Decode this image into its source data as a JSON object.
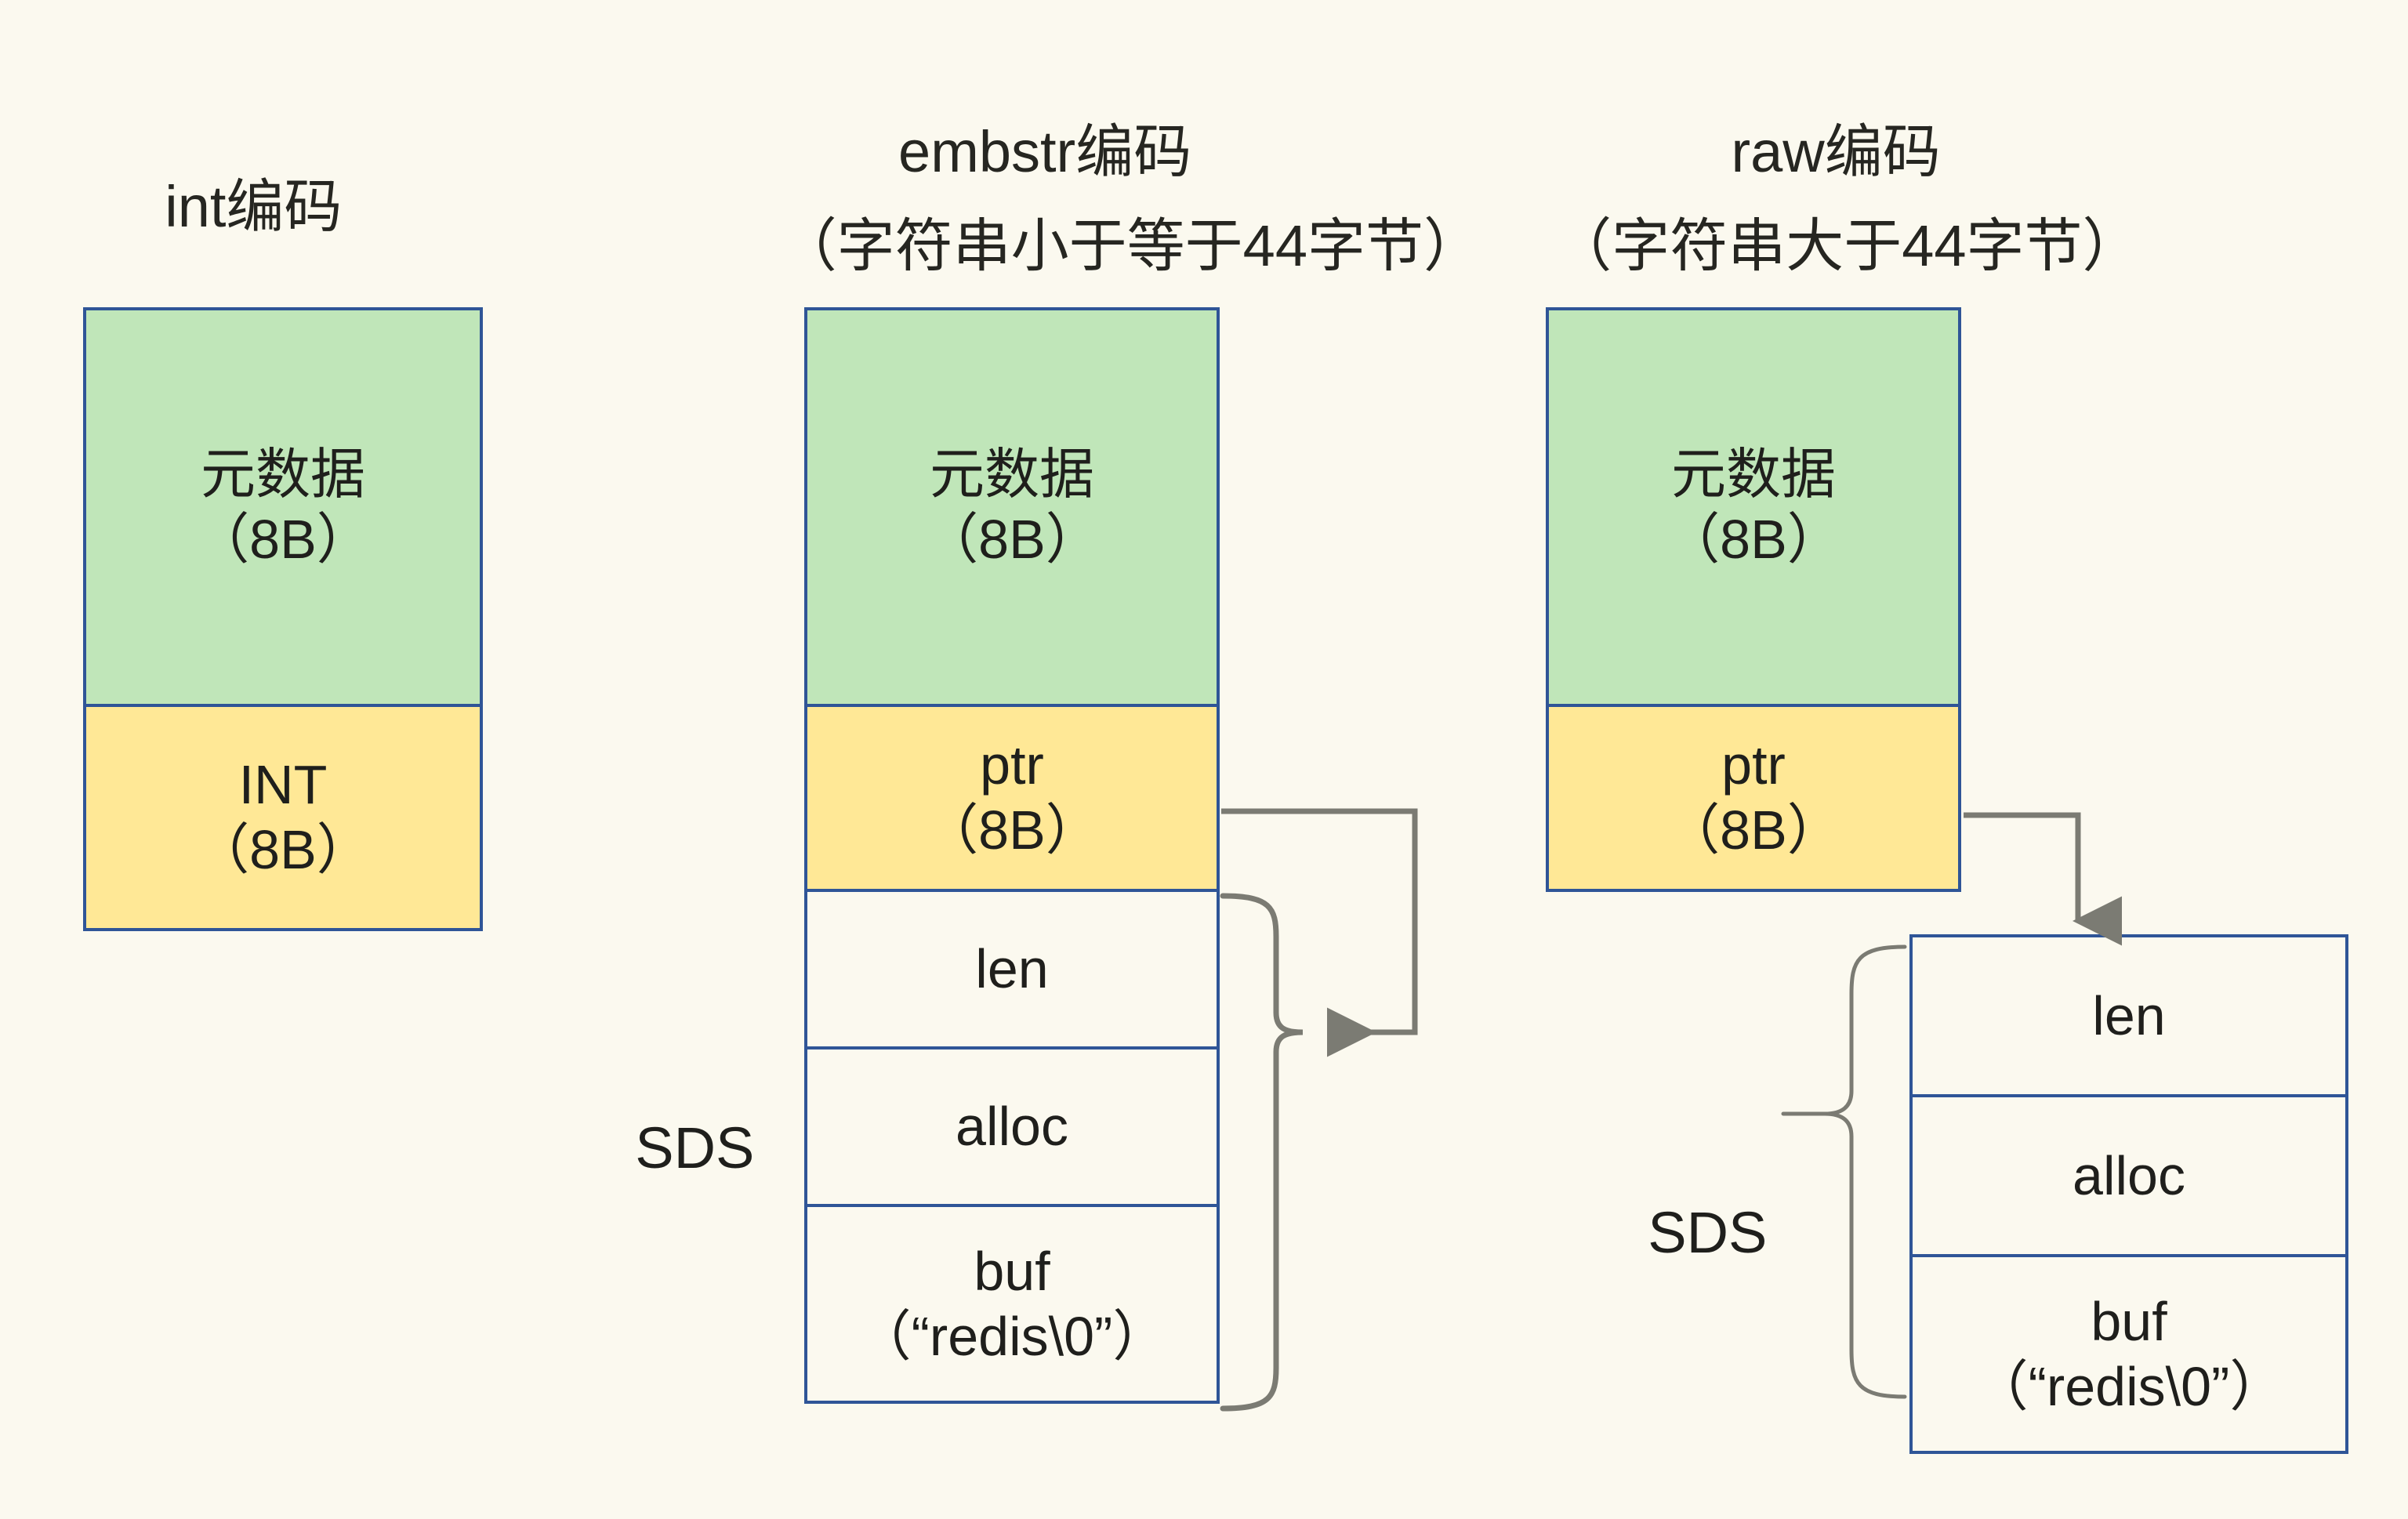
{
  "diagram": {
    "title_hint": "Redis String object encodings",
    "background_color": "#fbf9ef",
    "border_color": "#2f5597",
    "meta_fill": "#c0e6b9",
    "ptr_fill": "#ffe896",
    "plain_fill": "#fbf9ef",
    "connector_color": "#7b7b73"
  },
  "headings": {
    "int": "int编码",
    "embstr_line1": "embstr编码",
    "embstr_line2": "（字符串小于等于44字节）",
    "raw_line1": "raw编码",
    "raw_line2": "（字符串大于44字节）"
  },
  "columns": {
    "int": {
      "meta_line1": "元数据",
      "meta_line2": "（8B）",
      "value_line1": "INT",
      "value_line2": "（8B）"
    },
    "embstr": {
      "meta_line1": "元数据",
      "meta_line2": "（8B）",
      "ptr_line1": "ptr",
      "ptr_line2": "（8B）",
      "sds_label": "SDS",
      "sds_len": "len",
      "sds_alloc": "alloc",
      "sds_buf_line1": "buf",
      "sds_buf_line2": "（“redis\\0”）"
    },
    "raw": {
      "meta_line1": "元数据",
      "meta_line2": "（8B）",
      "ptr_line1": "ptr",
      "ptr_line2": "（8B）",
      "sds_label": "SDS",
      "sds_len": "len",
      "sds_alloc": "alloc",
      "sds_buf_line1": "buf",
      "sds_buf_line2": "（“redis\\0”）"
    }
  }
}
